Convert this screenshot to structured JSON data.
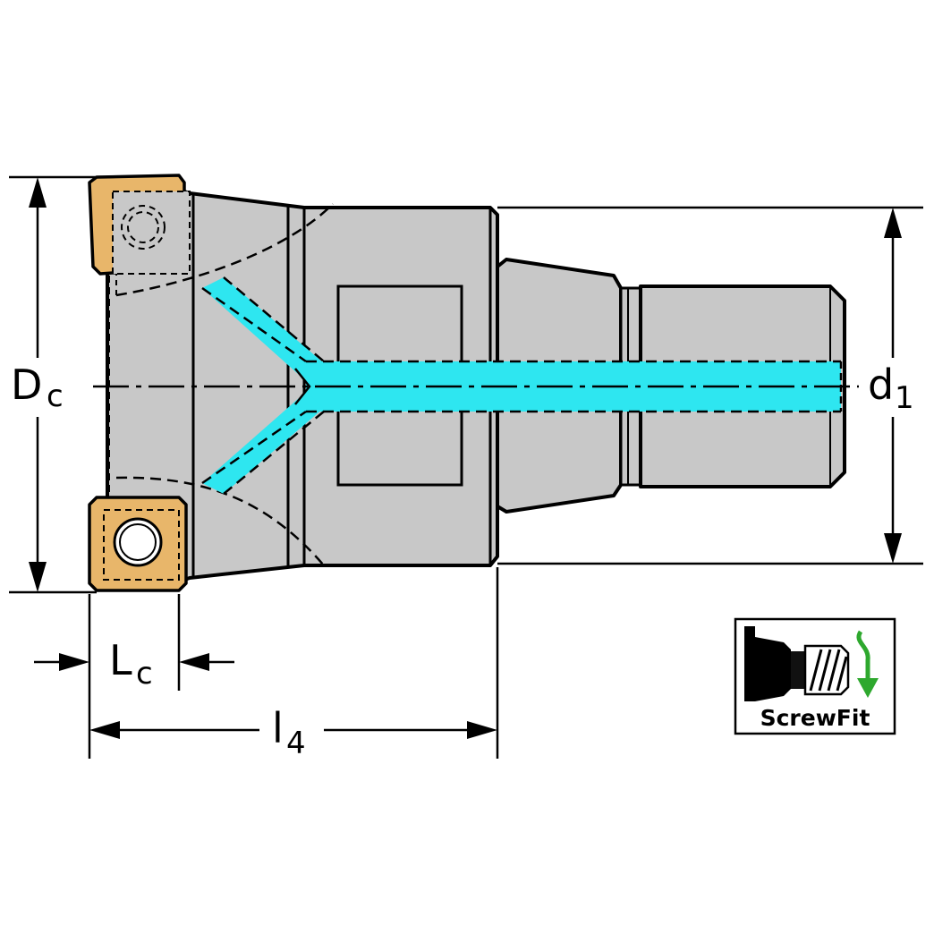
{
  "labels": {
    "dc_main": "D",
    "dc_sub": "c",
    "d1_main": "d",
    "d1_sub": "1",
    "lc_main": "L",
    "lc_sub": "c",
    "l4_main": "l",
    "l4_sub": "4"
  },
  "logo": {
    "text": "ScrewFit",
    "icon": "screwfit-icon"
  },
  "colors": {
    "body": "#c8c8c8",
    "insert": "#e8b66a",
    "coolant": "#2ee6f0",
    "outline": "#000000",
    "logo_arrow": "#2ea82e"
  }
}
